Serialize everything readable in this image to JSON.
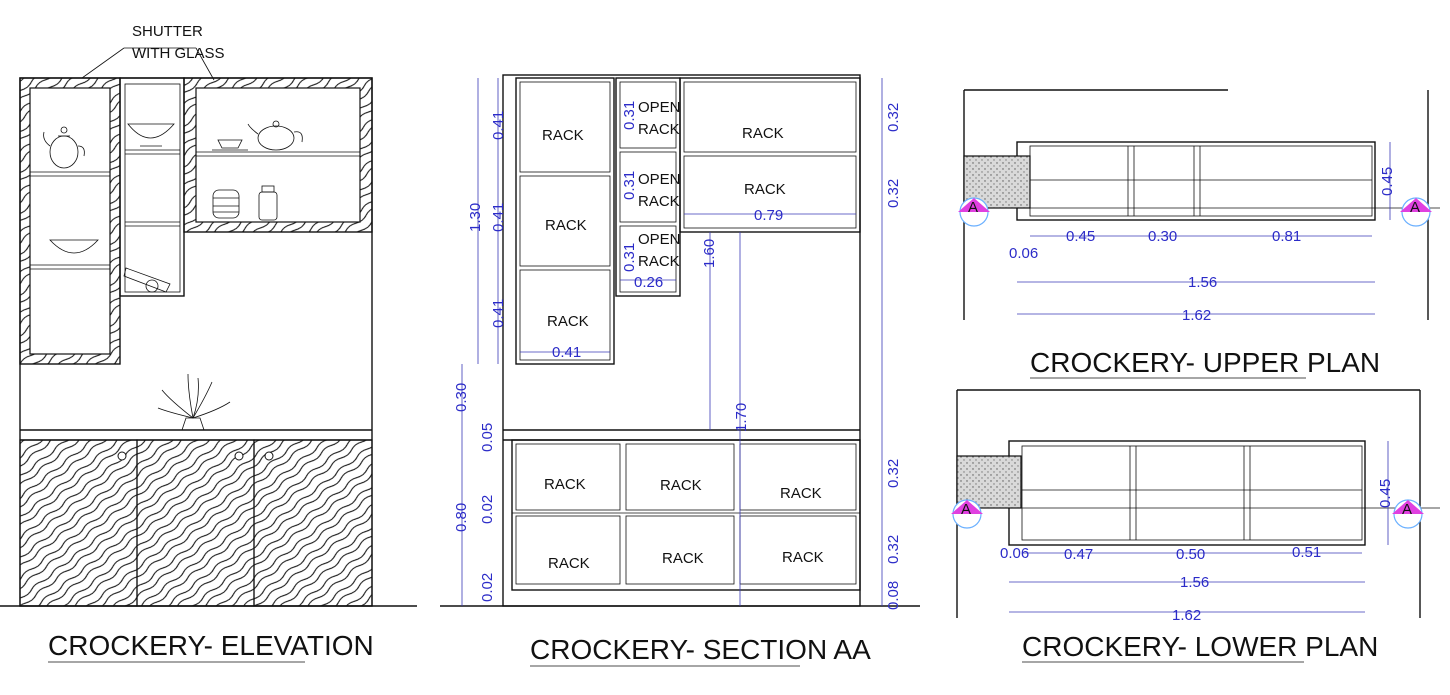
{
  "elevation": {
    "title": "CROCKERY- ELEVATION",
    "note_line1": "SHUTTER",
    "note_line2": "WITH GLASS"
  },
  "section": {
    "title": "CROCKERY- SECTION AA",
    "rack_label": "RACK",
    "open_label": "OPEN",
    "dims": {
      "left_total": "1.30",
      "left_gap": "0.30",
      "left_base": "0.80",
      "rack_h": "0.41",
      "open_h": "0.31",
      "open_w": "0.26",
      "rack_w": "0.41",
      "right_w": "0.79",
      "mid_h1": "1.60",
      "mid_h2": "1.70",
      "right_h": "0.32",
      "plinth_l": "0.02",
      "top_l": "0.05",
      "plinth_r": "0.08"
    }
  },
  "upper_plan": {
    "title": "CROCKERY- UPPER PLAN",
    "dims": {
      "d1": "0.45",
      "d2": "0.30",
      "d3": "0.81",
      "offset": "0.06",
      "inner": "1.56",
      "total": "1.62",
      "depth": "0.45"
    },
    "marker": "A"
  },
  "lower_plan": {
    "title": "CROCKERY- LOWER PLAN",
    "dims": {
      "d1": "0.47",
      "d2": "0.50",
      "d3": "0.51",
      "offset": "0.06",
      "inner": "1.56",
      "total": "1.62",
      "depth": "0.45"
    },
    "marker": "A"
  },
  "colors": {
    "ink": "#111111",
    "dimension": "#2b2bc8",
    "marker": "#e040e0",
    "marker_text": "#e01010"
  }
}
